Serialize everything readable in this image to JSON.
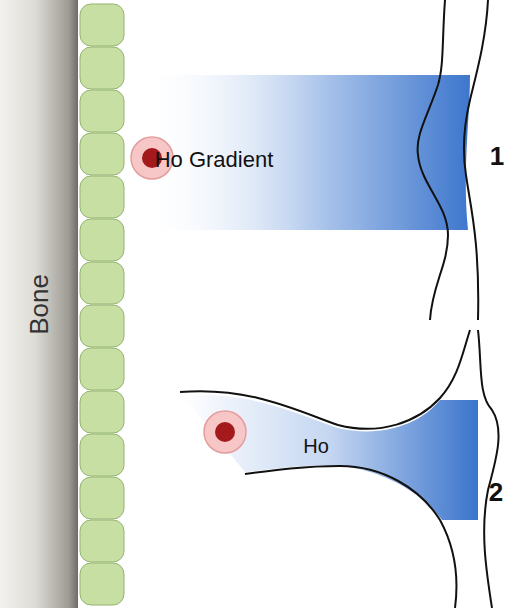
{
  "diagram": {
    "nodes": [
      {
        "text": [
          "Bone"
        ]
      }
    ],
    "labels": [
      "Ho Gradient",
      "1",
      "Ho",
      "2"
    ]
  }
}
